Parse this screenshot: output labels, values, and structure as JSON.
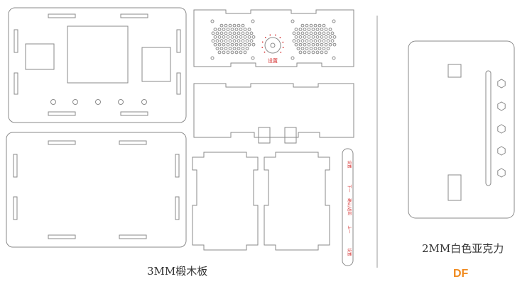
{
  "labels": {
    "plywood": "3MM椴木板",
    "acrylic": "2MM白色亚克力",
    "brand": "DF"
  },
  "markings": {
    "dial_text": "设置",
    "strip": [
      "设置",
      "下一",
      "确认/返回",
      "上一",
      "设置"
    ]
  },
  "colors": {
    "outline": "#777777",
    "marking": "#d42a2a",
    "brand": "#f08a1e",
    "label": "#333333"
  }
}
